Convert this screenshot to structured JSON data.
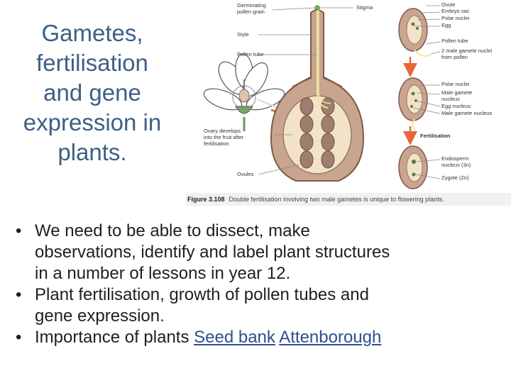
{
  "title_lines": [
    "Gametes,",
    "fertilisation",
    "and gene",
    "expression in",
    "plants."
  ],
  "figure": {
    "labels": {
      "germinating": "Germinating",
      "pollen_grain": "pollen grain",
      "stigma": "Stigma",
      "style": "Style",
      "pollen_tube": "Pollen tube",
      "ovary_1": "Ovary develops",
      "ovary_2": "into the fruit after",
      "ovary_3": "fertilisation",
      "ovules": "Ovules",
      "ovule": "Ovule",
      "embryo_sac": "Embryo sac",
      "polar_nuclei": "Polar nuclei",
      "egg": "Egg",
      "pollen_tube_r": "Pollen tube",
      "two_male_1": "2 male gamete nuclei",
      "two_male_2": "from pollen",
      "polar_nuclei_2": "Polar nuclei",
      "male_gamete_1": "Male gamete",
      "male_gamete_2": "nucleus",
      "egg_nucleus": "Egg nucleus",
      "male_gamete_nucleus": "Male gamete nucleus",
      "fertilisation": "Fertilisation",
      "endosperm_1": "Endosperm",
      "endosperm_2": "nucleus (3n)",
      "zygote": "Zygote (2n)"
    },
    "caption_number": "Figure 3.108",
    "caption_text": "Double fertilisation involving two male gametes is unique to flowering plants."
  },
  "bullets": [
    {
      "lines": [
        "We need to be able to dissect, make",
        "observations, identify and label plant structures",
        "in a number of lessons in year 12."
      ]
    },
    {
      "lines": [
        "Plant fertilisation, growth of pollen tubes and",
        "gene expression."
      ]
    }
  ],
  "bullet3": {
    "prefix": "Importance of plants ",
    "link1": "Seed bank",
    "link2": "Attenborough"
  },
  "bullet_char": "•",
  "colors": {
    "title": "#3d5f85",
    "pistil": "#c9a48f",
    "link": "#2f4f8f",
    "arrow": "#e8663a"
  }
}
